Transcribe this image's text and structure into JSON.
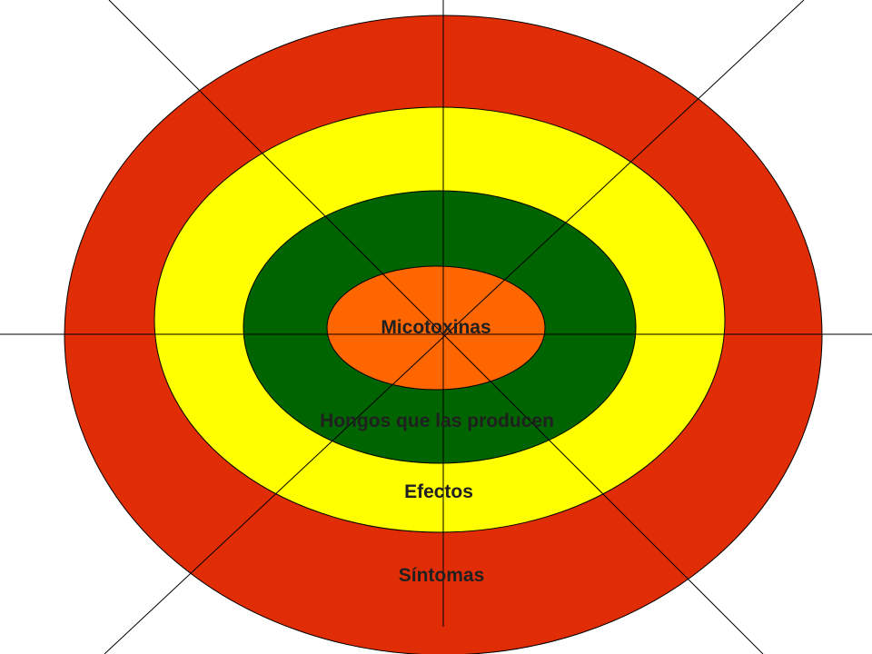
{
  "diagram": {
    "rings": [
      {
        "label": "Síntomas",
        "color": "#e02d05"
      },
      {
        "label": "Efectos",
        "color": "#ffff00"
      },
      {
        "label": "Hongos que las producen",
        "color": "#006400"
      },
      {
        "label": "Micotoxinas",
        "color": "#ff6600"
      }
    ],
    "line_color": "#000000"
  }
}
